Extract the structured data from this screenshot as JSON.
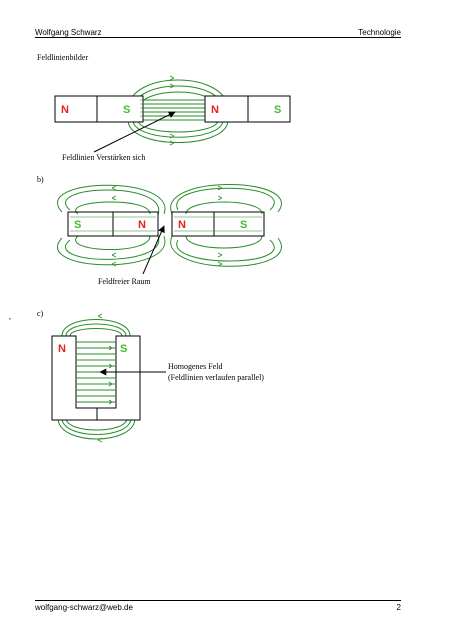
{
  "header": {
    "left": "Wolfgang Schwarz",
    "right": "Technologie"
  },
  "section_title": "Feldlinienbilder",
  "figure_a": {
    "poles": [
      "N",
      "S",
      "N",
      "S"
    ],
    "caption": "Feldlinien Verstärken sich"
  },
  "figure_b": {
    "label": "b)",
    "poles": [
      "S",
      "N",
      "N",
      "S"
    ],
    "caption": "Feldfreier Raum"
  },
  "figure_c": {
    "label": "c)",
    "poles": [
      "N",
      "S"
    ],
    "caption_line1": "Homogenes Feld",
    "caption_line2": "(Feldlinien verlaufen parallel)"
  },
  "margin_mark": ",",
  "footer": {
    "email": "wolfgang-schwarz@web.de",
    "page": "2"
  },
  "colors": {
    "north": "#e8231c",
    "south": "#3fbf2a",
    "field": "#2a8c2a"
  }
}
